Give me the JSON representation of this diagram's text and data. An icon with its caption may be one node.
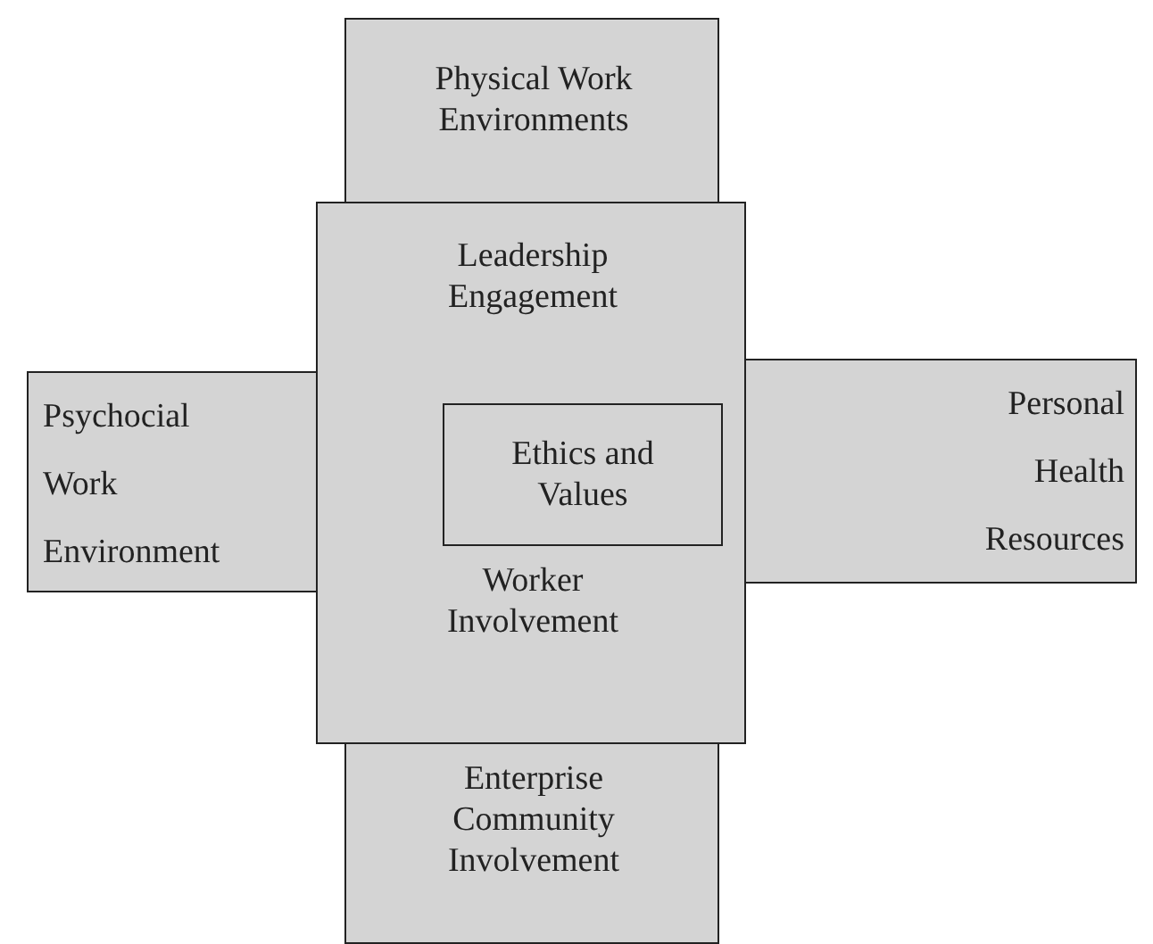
{
  "diagram": {
    "nodes": [
      {
        "text": [
          "Physical Work Environments"
        ]
      },
      {
        "text": [
          "Leadership Engagement",
          "Worker Involvement"
        ]
      },
      {
        "text": [
          "Ethics and Values"
        ],
        "in": 1
      },
      {
        "text": [
          "Psychocial Work Environment"
        ]
      },
      {
        "text": [
          "Personal Health Resources"
        ]
      },
      {
        "text": [
          "Enterprise Community Involvement"
        ]
      }
    ]
  }
}
